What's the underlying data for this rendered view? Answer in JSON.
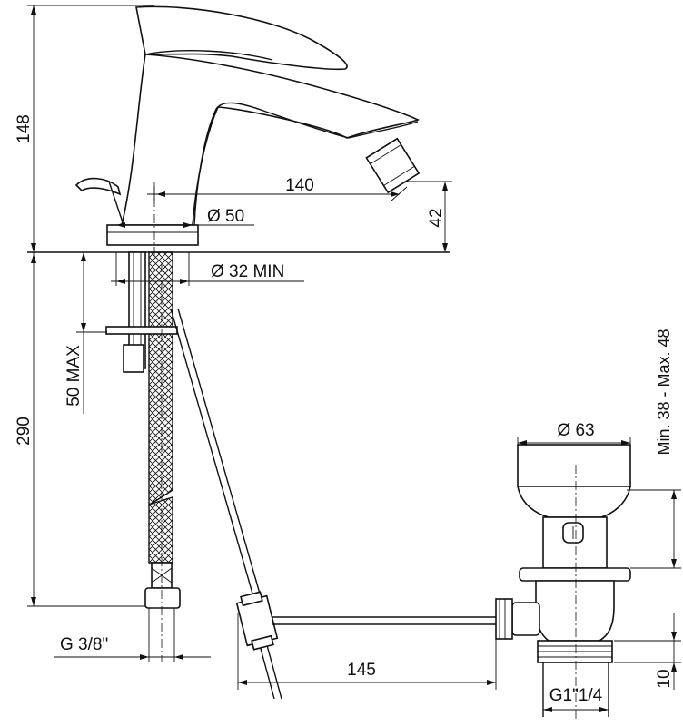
{
  "dimensions": {
    "height_spout": "148",
    "spout_reach": "140",
    "base_diameter": "Ø 50",
    "hole_diameter": "Ø 32 MIN",
    "outlet_height": "42",
    "below_deck": "290",
    "deck_thickness": "50 MAX",
    "waste_diameter": "Ø 63",
    "waste_range": "Min. 38 - Max. 48",
    "rod_length": "145",
    "connection": "G 3/8\"",
    "waste_thread": "G1\"1/4",
    "thread_length": "10"
  }
}
